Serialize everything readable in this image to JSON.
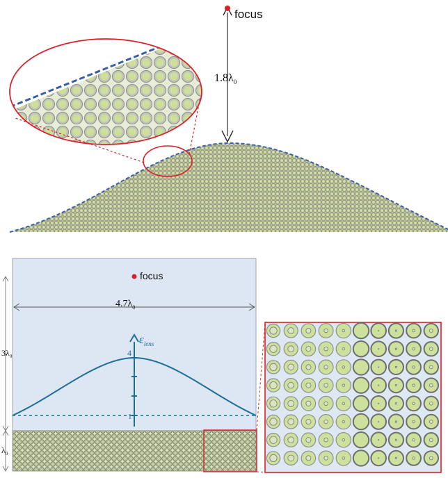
{
  "top_panel": {
    "focus_label": "focus",
    "distance_label": "1.8λ",
    "distance_subscript": "0"
  },
  "bottom_panel": {
    "focus_label": "focus",
    "width_label": "4.7λ",
    "width_subscript": "0",
    "height_label_upper": "3λ",
    "height_label_upper_subscript": "0",
    "height_label_lower": "λ",
    "height_label_lower_subscript": "0",
    "axis_label": "ε",
    "axis_label_subscript": "lens",
    "axis_max_tick": "4",
    "axis_min_tick": "1"
  },
  "colors": {
    "lens_outline": "#3a5fa8",
    "zoom_frame": "#d8222a",
    "focus_dot": "#d8222a",
    "panel_bg": "#dce7f3",
    "curve": "#1f6e96",
    "particle_fill": "#cadb9b",
    "particle_ring": "#9a9a9a",
    "arrow": "#2b2b2b"
  }
}
